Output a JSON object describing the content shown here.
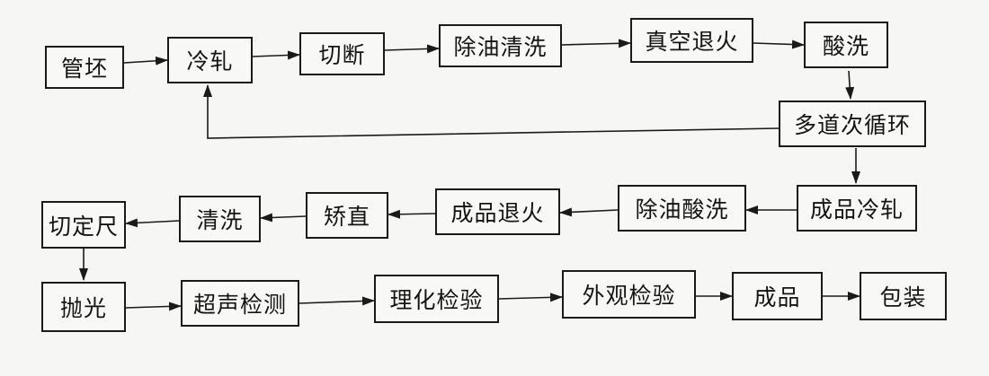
{
  "nodes": {
    "guanpi": "管坯",
    "lengzha": "冷轧",
    "qieduan": "切断",
    "chuyou_qingxi": "除油清洗",
    "zhenkong_tuihuo": "真空退火",
    "suanxi": "酸洗",
    "duodao_xunhuan": "多道次循环",
    "chengpin_lengzha": "成品冷轧",
    "chuyou_suanxi": "除油酸洗",
    "chengpin_tuihuo": "成品退火",
    "jiaozhi": "矫直",
    "qingxi": "清洗",
    "qie_dingchi": "切定尺",
    "paoguang": "抛光",
    "chaosheng_jiance": "超声检测",
    "lihua_jianyan": "理化检验",
    "waiguan_jianyan": "外观检验",
    "chengpin": "成品",
    "baozhuang": "包装"
  }
}
